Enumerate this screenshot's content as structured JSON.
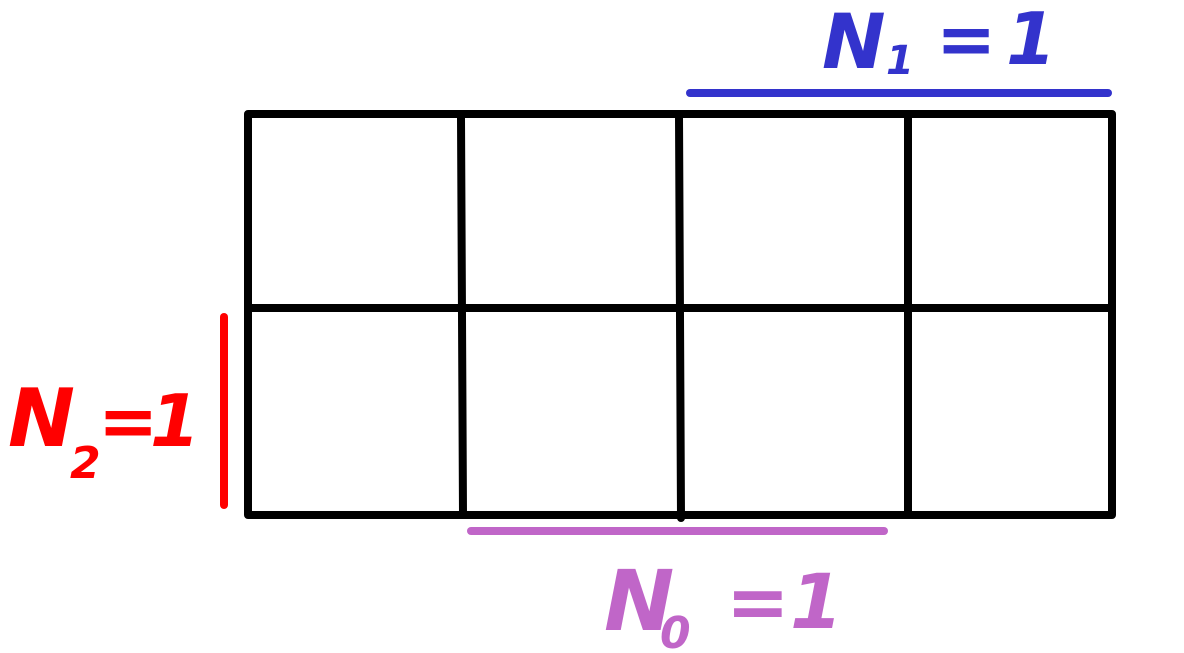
{
  "grid": {
    "rows": 2,
    "columns": 4,
    "line_color": "#000000"
  },
  "annotations": {
    "n1": {
      "label": "N",
      "subscript": "1",
      "equals": "=",
      "value": "1",
      "color": "#3333cc"
    },
    "n2": {
      "label": "N",
      "subscript": "2",
      "equals": "=",
      "value": "1",
      "color": "#ff0000"
    },
    "n0": {
      "label": "N",
      "subscript": "0",
      "equals": "=",
      "value": "1",
      "color": "#c066c8"
    }
  }
}
